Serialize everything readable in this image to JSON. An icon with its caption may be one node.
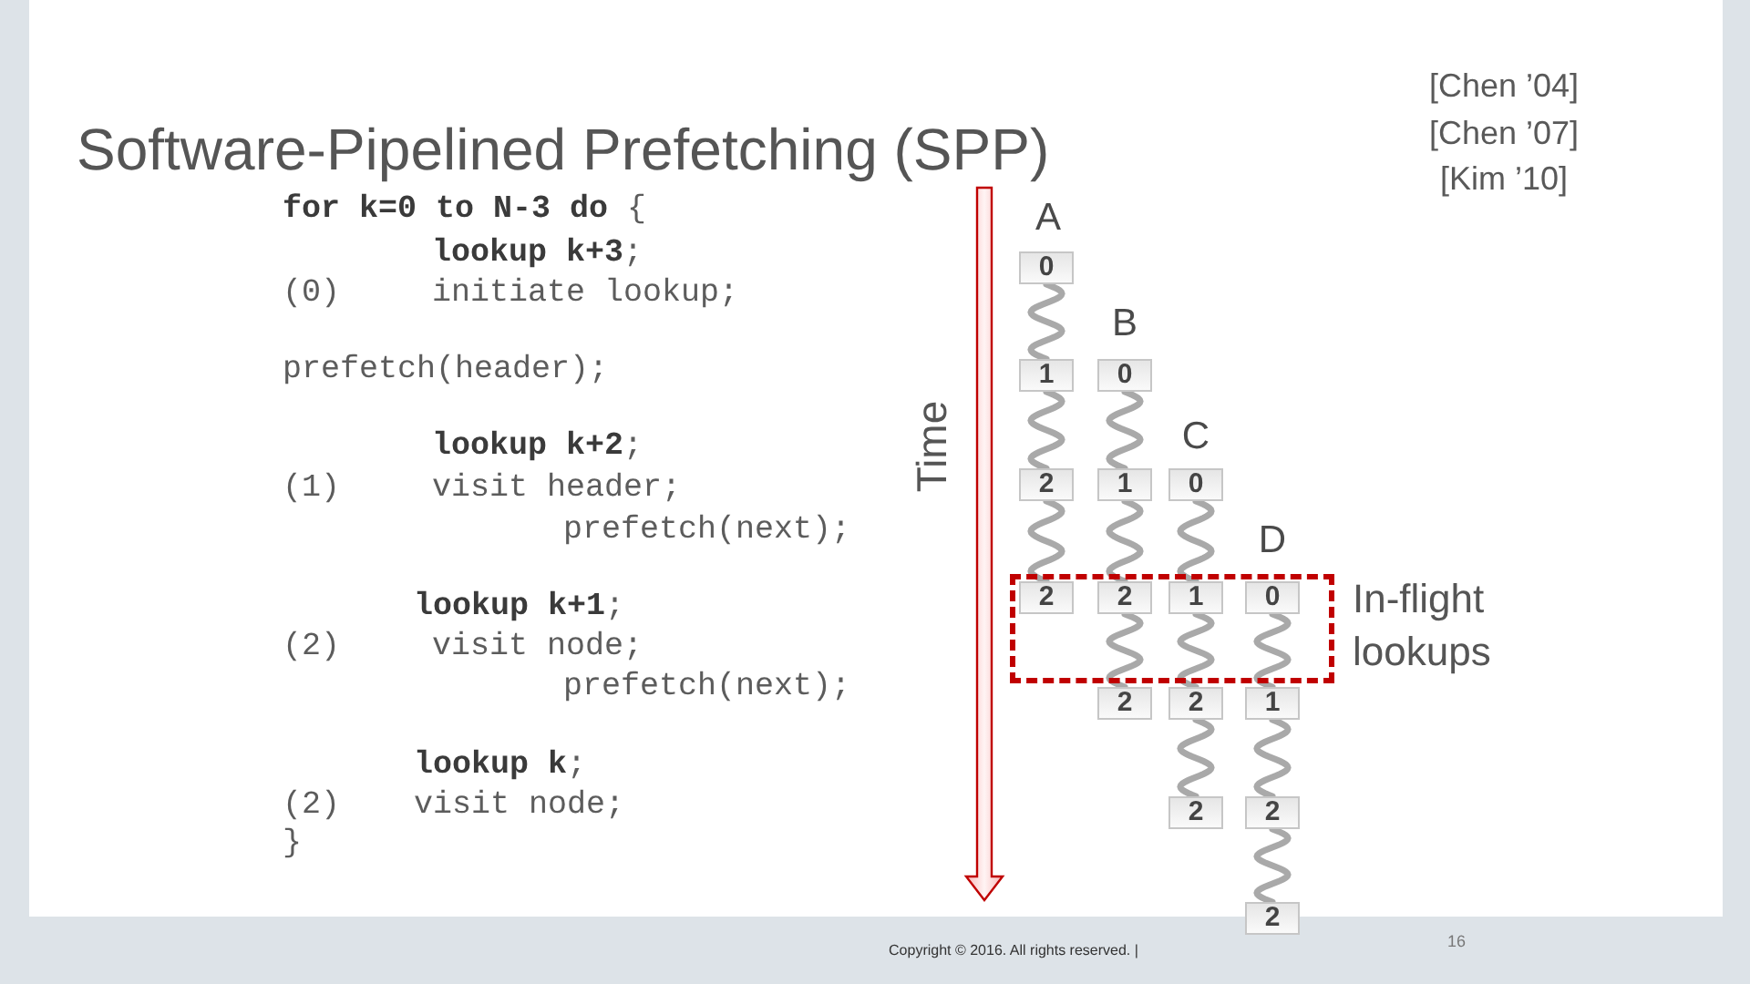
{
  "diagram": {
    "title": "Software-Pipelined Prefetching (SPP)",
    "nodes": [
      {
        "text": [
          "0"
        ]
      },
      {
        "text": [
          "1"
        ]
      },
      {
        "text": [
          "0"
        ]
      },
      {
        "text": [
          "2"
        ]
      },
      {
        "text": [
          "1"
        ]
      },
      {
        "text": [
          "0"
        ]
      },
      {
        "text": [],
        "shape": "box",
        "beside": [
          "In-flight lookups"
        ]
      },
      {
        "text": [
          "2"
        ],
        "in": 6
      },
      {
        "text": [
          "2"
        ],
        "in": 6
      },
      {
        "text": [
          "1"
        ],
        "in": 6
      },
      {
        "text": [
          "0"
        ],
        "in": 6
      },
      {
        "text": [
          "2"
        ]
      },
      {
        "text": [
          "2"
        ]
      },
      {
        "text": [
          "1"
        ]
      },
      {
        "text": [
          "2"
        ]
      },
      {
        "text": [
          "2"
        ]
      },
      {
        "text": [
          "2"
        ]
      }
    ],
    "edges": [
      {
        "from": 0,
        "to": 1,
        "arrow": "none"
      },
      {
        "from": 1,
        "to": 3,
        "arrow": "none"
      },
      {
        "from": 3,
        "to": 7,
        "arrow": "none"
      },
      {
        "from": 2,
        "to": 4,
        "arrow": "none"
      },
      {
        "from": 4,
        "to": 8,
        "arrow": "none"
      },
      {
        "from": 8,
        "to": 11,
        "arrow": "none"
      },
      {
        "from": 5,
        "to": 9,
        "arrow": "none"
      },
      {
        "from": 9,
        "to": 12,
        "arrow": "none"
      },
      {
        "from": 12,
        "to": 14,
        "arrow": "none"
      },
      {
        "from": 10,
        "to": 13,
        "arrow": "none"
      },
      {
        "from": 13,
        "to": 15,
        "arrow": "none"
      },
      {
        "from": 15,
        "to": 16,
        "arrow": "none"
      }
    ],
    "labels": [
      "[Chen ’04]",
      "[Chen ’07]",
      "[Kim ’10]",
      "**for k=0 to N-3 do** {",
      "**lookup k+3**;",
      "(0)",
      "initiate lookup;",
      "prefetch(header);",
      "**lookup k+2**;",
      "(1)",
      "visit header;",
      "prefetch(next);",
      "**lookup k+1**;",
      "(2)",
      "visit node;",
      "prefetch(next);",
      "**lookup k**;",
      "(2)",
      "visit node;",
      "}",
      "Time",
      "A",
      "B",
      "C",
      "D",
      "Copyright © 2016. All rights reserved. |",
      "16"
    ]
  }
}
